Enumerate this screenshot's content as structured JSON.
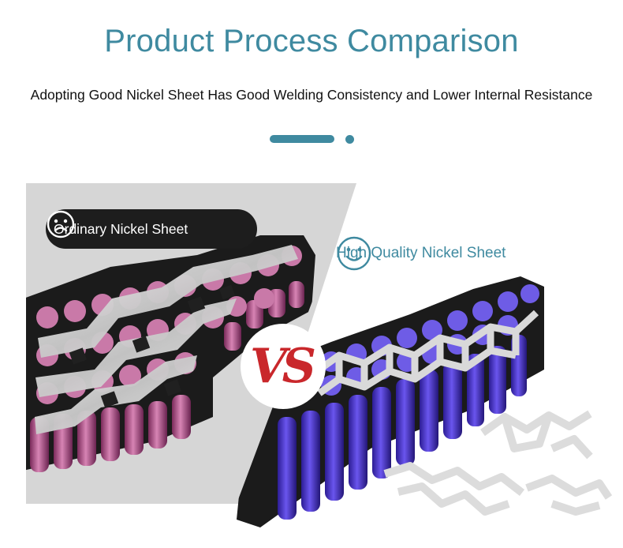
{
  "header": {
    "title": "Product Process Comparison",
    "subtitle": "Adopting Good Nickel Sheet Has Good Welding Consistency and Lower Internal Resistance"
  },
  "comparison": {
    "left_label": "Ordinary Nickel Sheet",
    "left_icon": "sad-face-icon",
    "right_label": "High Quality Nickel Sheet",
    "right_icon": "smiley-face-icon",
    "vs_text": "VS"
  },
  "colors": {
    "accent": "#3f8aa0",
    "vs_red": "#c9272b",
    "left_cells": "#b6548f",
    "right_cells": "#4a34d6"
  }
}
